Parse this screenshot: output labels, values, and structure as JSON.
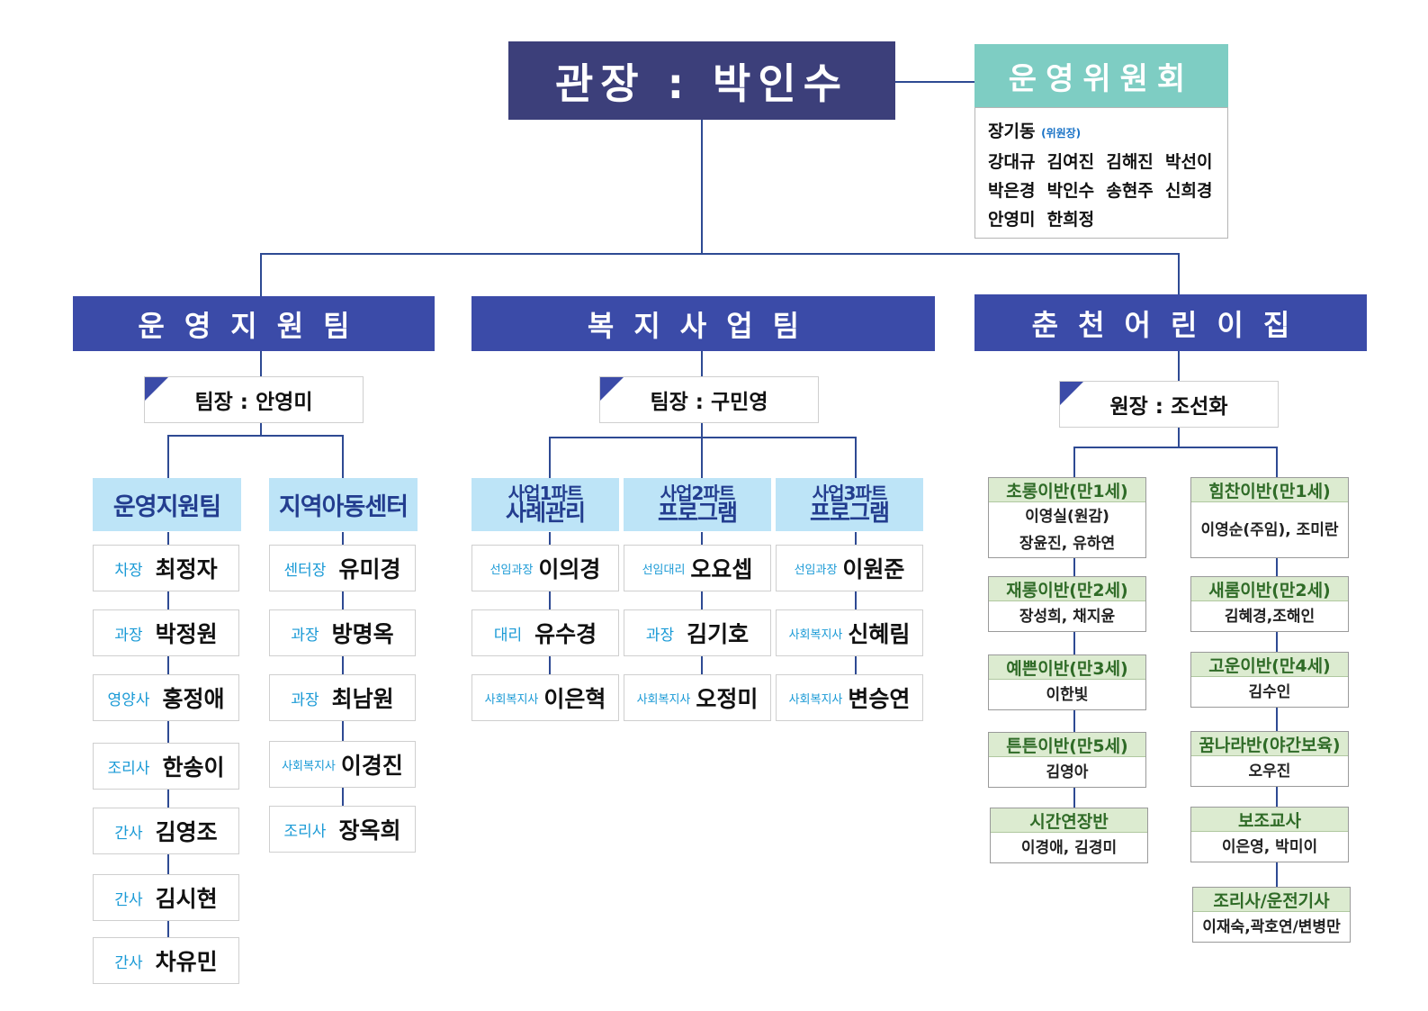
{
  "director": "관장 : 박인수",
  "committee": {
    "title": "운영위원회",
    "chair_name": "장기동",
    "chair_role": "(위원장)",
    "rows": [
      "강대규  김여진  김해진  박선이",
      "박은경  박인수  송현주  신희경",
      "안영미  한희정"
    ]
  },
  "teams": {
    "ops": {
      "title": "운영지원팀",
      "leader": "팀장 : 안영미",
      "units": [
        {
          "title": "운영지원팀",
          "members": [
            {
              "role": "차장",
              "name": "최정자"
            },
            {
              "role": "과장",
              "name": "박정원"
            },
            {
              "role": "영양사",
              "name": "홍정애"
            },
            {
              "role": "조리사",
              "name": "한송이"
            },
            {
              "role": "간사",
              "name": "김영조"
            },
            {
              "role": "간사",
              "name": "김시현"
            },
            {
              "role": "간사",
              "name": "차유민"
            }
          ]
        },
        {
          "title": "지역아동센터",
          "members": [
            {
              "role": "센터장",
              "name": "유미경"
            },
            {
              "role": "과장",
              "name": "방명옥"
            },
            {
              "role": "과장",
              "name": "최남원"
            },
            {
              "role": "사회복지사",
              "name": "이경진"
            },
            {
              "role": "조리사",
              "name": "장옥희"
            }
          ]
        }
      ]
    },
    "welfare": {
      "title": "복지사업팀",
      "leader": "팀장 : 구민영",
      "units": [
        {
          "title1": "사업1파트",
          "title2": "사례관리",
          "members": [
            {
              "role": "선임과장",
              "name": "이의경"
            },
            {
              "role": "대리",
              "name": "유수경"
            },
            {
              "role": "사회복지사",
              "name": "이은혁"
            }
          ]
        },
        {
          "title1": "사업2파트",
          "title2": "프로그램",
          "members": [
            {
              "role": "선임대리",
              "name": "오요셉"
            },
            {
              "role": "과장",
              "name": "김기호"
            },
            {
              "role": "사회복지사",
              "name": "오정미"
            }
          ]
        },
        {
          "title1": "사업3파트",
          "title2": "프로그램",
          "members": [
            {
              "role": "선임과장",
              "name": "이원준"
            },
            {
              "role": "사회복지사",
              "name": "신혜림"
            },
            {
              "role": "사회복지사",
              "name": "변승연"
            }
          ]
        }
      ]
    },
    "daycare": {
      "title": "춘천어린이집",
      "leader": "원장 : 조선화",
      "left": [
        {
          "title": "초롱이반(만1세)",
          "lines": [
            "이영실(원감)",
            "장윤진, 유하연"
          ]
        },
        {
          "title": "재롱이반(만2세)",
          "lines": [
            "장성희, 채지윤"
          ]
        },
        {
          "title": "예쁜이반(만3세)",
          "lines": [
            "이한빛"
          ]
        },
        {
          "title": "튼튼이반(만5세)",
          "lines": [
            "김영아"
          ]
        },
        {
          "title": "시간연장반",
          "lines": [
            "이경애, 김경미"
          ]
        }
      ],
      "right": [
        {
          "title": "힘찬이반(만1세)",
          "lines": [
            "이영순(주임), 조미란"
          ]
        },
        {
          "title": "새롬이반(만2세)",
          "lines": [
            "김혜경,조해인"
          ]
        },
        {
          "title": "고운이반(만4세)",
          "lines": [
            "김수인"
          ]
        },
        {
          "title": "꿈나라반(야간보육)",
          "lines": [
            "오우진"
          ]
        },
        {
          "title": "보조교사",
          "lines": [
            "이은영, 박미이"
          ]
        },
        {
          "title": "조리사/운전기사",
          "lines": [
            "이재숙,곽호연/변병만"
          ]
        }
      ]
    }
  },
  "colors": {
    "director": "#3c3f7a",
    "committee": "#7ecdc3",
    "team": "#3b4ba8",
    "sub": "#bde4f7",
    "role": "#1a9ad6",
    "class_header": "#dcebd0",
    "line": "#2e4a93"
  }
}
